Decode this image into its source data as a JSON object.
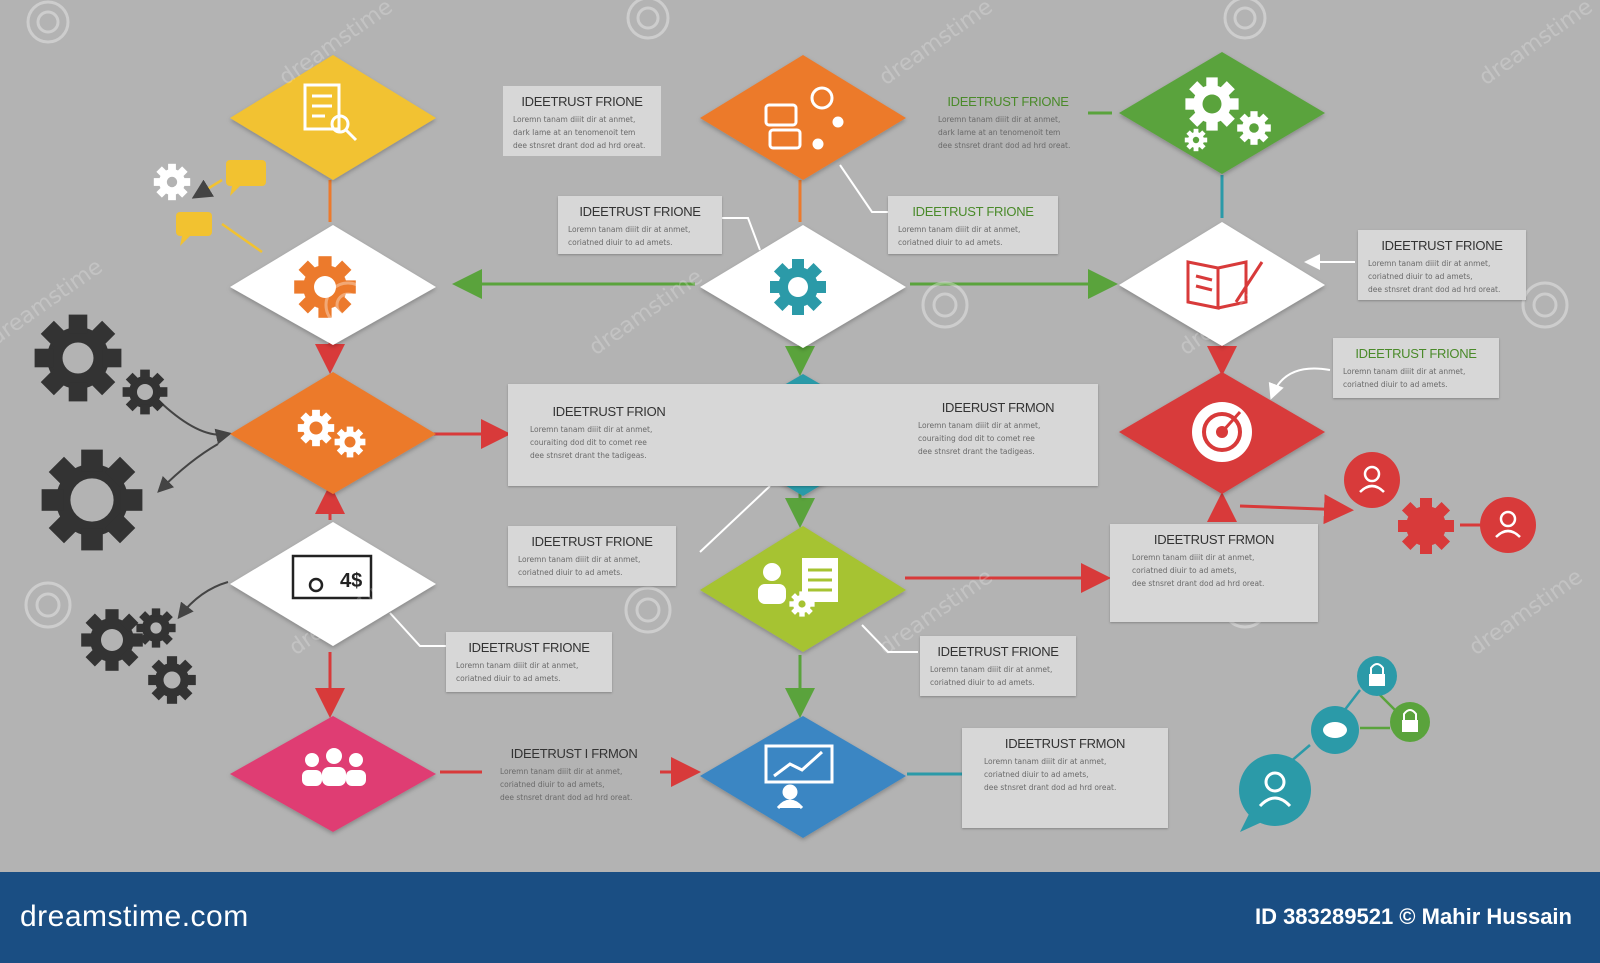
{
  "boxes": [
    {
      "title": "IDEETRUST FRIONE",
      "line1": "Loremn tanam diiit dir at anmet,",
      "line2": "dark Iame at an tenomenoit tem",
      "line3": "dee stnsret drant dod ad hrd oreat."
    },
    {
      "title": "IDEETRUST FRIONE",
      "line1": "Loremn tanam diiit dir at anmet,",
      "line2": "dark Iame at an tenomenoit tem",
      "line3": "dee stnsret drant dod ad hrd oreat."
    },
    {
      "title": "IDEETRUST FRIONE",
      "line1": "Loremn tanam diiit dir at anmet,",
      "line2": "coriatned diuir to ad amets."
    },
    {
      "title": "IDEETRUST FRIONE",
      "line1": "Loremn tanam diiit dir at anmet,",
      "line2": "coriatned diuir to ad amets."
    },
    {
      "title": "IDEETRUST FRIONE",
      "line1": "Loremn tanam diiit dir at anmet,",
      "line2": "coriatned diuir to ad amets,",
      "line3": "dee stnsret drant dod ad hrd oreat."
    },
    {
      "title": "IDEETRUST FRIONE",
      "line1": "Loremn tanam diiit dir at anmet,",
      "line2": "coriatned diuir to ad amets."
    },
    {
      "title": "IDEETRUST FRION",
      "line1": "Loremn tanam diiit dir at anmet,",
      "line2": "couraiting dod dit to comet ree",
      "line3": "dee stnsret drant the tadigeas."
    },
    {
      "title": "IDEERUST FRMON",
      "line1": "Loremn tanam diiit dir at anmet,",
      "line2": "couraiting dod dit to comet ree",
      "line3": "dee stnsret drant the tadigeas."
    },
    {
      "title": "IDEETRUST FRIONE",
      "line1": "Loremn tanam diiit dir at anmet,",
      "line2": "coriatned diuir to ad amets."
    },
    {
      "title": "IDEETRUST FRMON",
      "line1": "Loremn tanam diiit dir at anmet,",
      "line2": "coriatned diuir to ad amets,",
      "line3": "dee stnsret drant dod ad hrd oreat."
    },
    {
      "title": "IDEETRUST FRIONE",
      "line1": "Loremn tanam diiit dir at anmet,",
      "line2": "coriatned diuir to ad amets."
    },
    {
      "title": "IDEETRUST FRIONE",
      "line1": "Loremn tanam diiit dir at anmet,",
      "line2": "coriatned diuir to ad amets."
    },
    {
      "title": "IDEETRUST I FRMON",
      "line1": "Loremn tanam diiit dir at anmet,",
      "line2": "coriatned diuir to ad amets,",
      "line3": "dee stnsret drant dod ad hrd oreat."
    },
    {
      "title": "IDEETRUST FRMON",
      "line1": "Loremn tanam diiit dir at anmet,",
      "line2": "coriatned diuir to ad amets,",
      "line3": "dee stnsret drant dod ad hrd oreat."
    }
  ],
  "price_label": "4$",
  "footer": {
    "brand": "dreamstime.com",
    "credit": "ID 383289521 © Mahir Hussain"
  },
  "watermark": "dreamstime",
  "colors": {
    "background": "#b3b3b3",
    "yellow": "#f2c230",
    "orange": "#ec7a2c",
    "green": "#5aa33c",
    "teal": "#2b9aa8",
    "red": "#d83a3a",
    "lime": "#a6c332",
    "blue": "#3a86c3",
    "pink": "#df3d73",
    "footer": "#1a4e83"
  }
}
